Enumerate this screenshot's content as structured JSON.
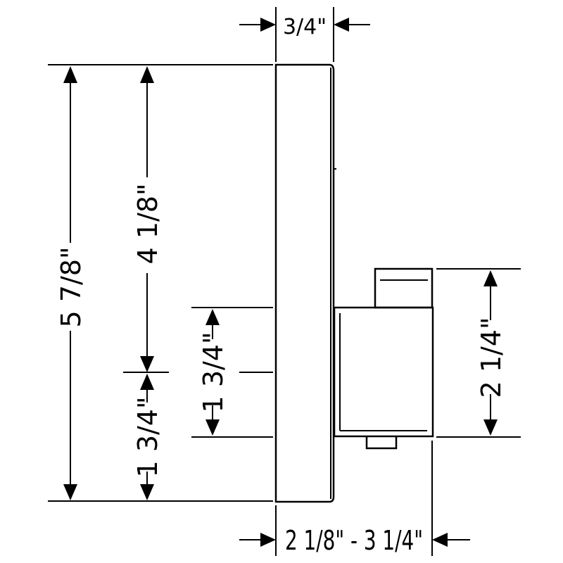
{
  "dimensions": {
    "depth": "3/4\"",
    "total_height": "5 7/8\"",
    "upper_height": "4 1/8\"",
    "lower_height": "1 3/4\"",
    "center_height": "1 3/4\"",
    "handle_height": "2 1/4\"",
    "projection": "2 1/8\" - 3 1/4\""
  }
}
